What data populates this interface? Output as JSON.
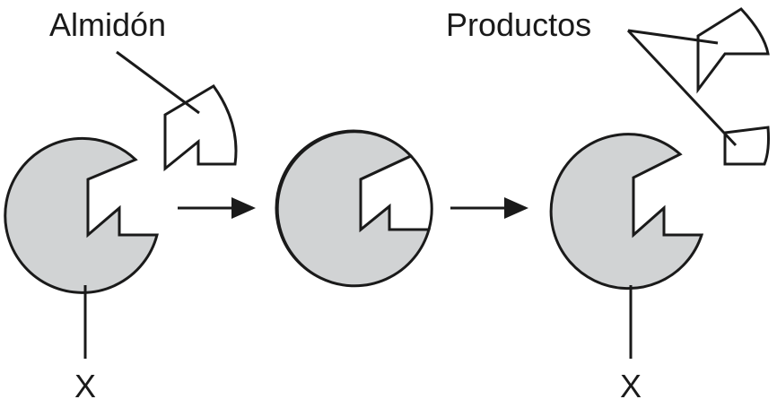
{
  "labels": {
    "substrate": "Almidón",
    "products": "Productos",
    "x_left": "X",
    "x_right": "X"
  },
  "colors": {
    "enzyme_fill": "#d1d3d4",
    "stroke": "#1a1a1a",
    "background": "#ffffff"
  },
  "stages": [
    "enzyme-and-substrate",
    "enzyme-substrate-complex",
    "enzyme-and-products"
  ]
}
